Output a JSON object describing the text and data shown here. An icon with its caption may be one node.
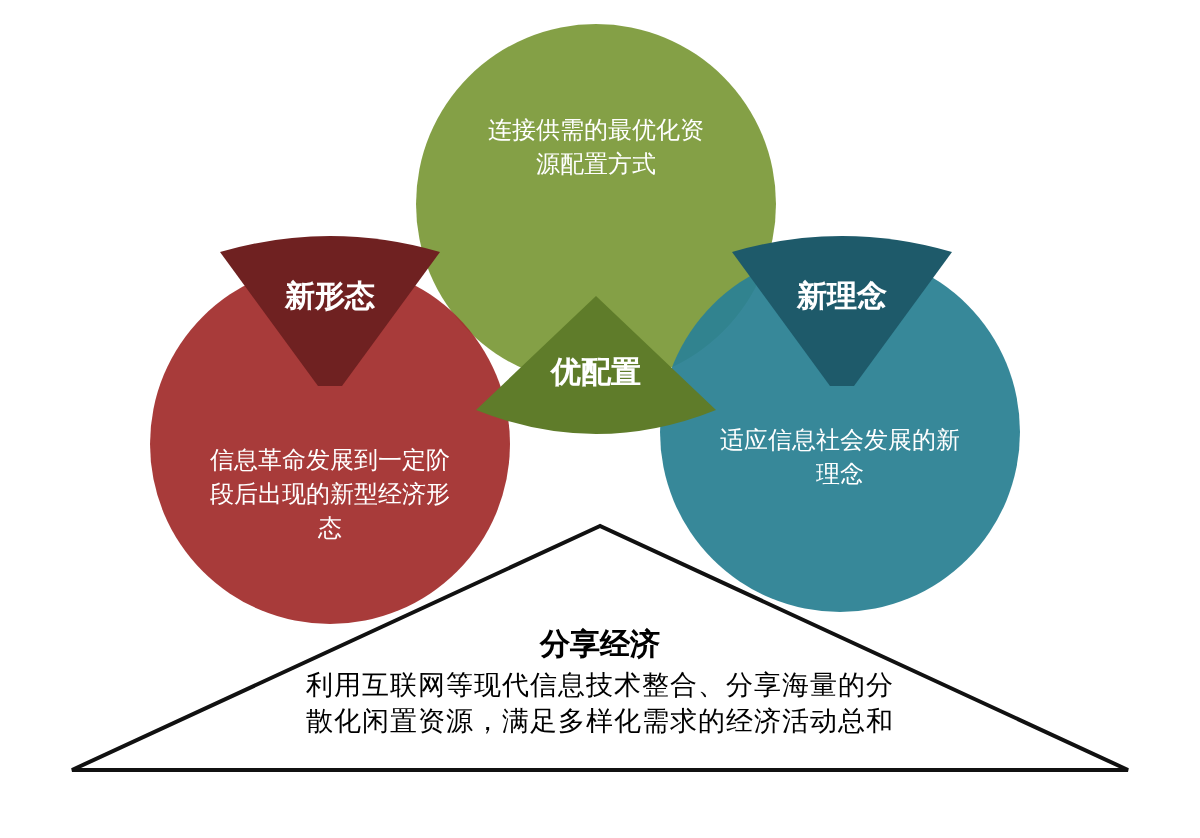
{
  "diagram": {
    "nodes": [
      {
        "text": [
          "连接供需的最优化资源配置方式"
        ]
      },
      {
        "text": [
          "新形态"
        ]
      },
      {
        "text": [
          "新理念"
        ]
      },
      {
        "text": [
          "优配置"
        ]
      },
      {
        "text": [
          "信息革命发展到一定阶段后出现的新型经济形态"
        ]
      },
      {
        "text": [
          "适应信息社会发展的新理念"
        ]
      },
      {
        "text": [
          "分享经济",
          "利用互联网等现代信息技术整合、分享海量的分散化闲置资源，满足多样化需求的经济活动总和"
        ]
      }
    ],
    "edges": []
  }
}
